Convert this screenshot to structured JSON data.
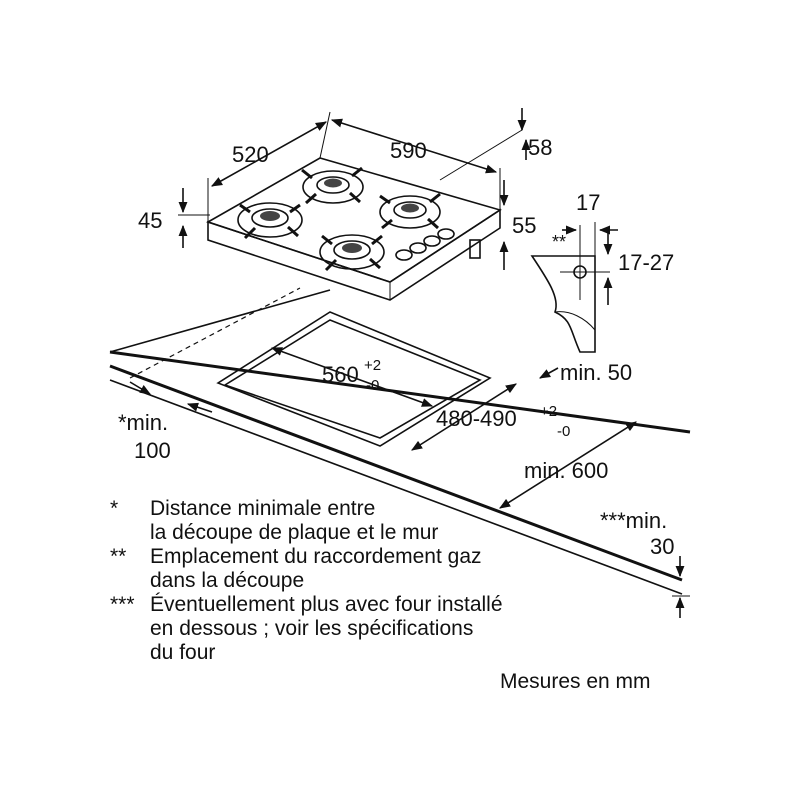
{
  "dimensions": {
    "depth": "520",
    "width": "590",
    "top_offset": "58",
    "height_left": "45",
    "height_right": "55",
    "gas_offset": "17",
    "gas_mark": "**",
    "gas_range": "17-27",
    "cutout_width": "560",
    "cutout_width_tol_up": "+2",
    "cutout_width_tol_down": "-0",
    "cutout_depth": "480-490",
    "cutout_depth_tol_up": "+2",
    "cutout_depth_tol_down": "-0",
    "front_min": "min. 50",
    "wall_min_label": "*min.",
    "wall_min_value": "100",
    "side_min": "min. 600",
    "bottom_min_label": "***min.",
    "bottom_min_value": "30"
  },
  "notes": [
    {
      "mark": "*",
      "line1": "Distance minimale entre",
      "line2": "la découpe de plaque et le mur",
      "line3": ""
    },
    {
      "mark": "**",
      "line1": "Emplacement du raccordement gaz",
      "line2": "dans la découpe",
      "line3": ""
    },
    {
      "mark": "***",
      "line1": "Éventuellement plus avec four installé",
      "line2": "en dessous ; voir les spécifications",
      "line3": "du four"
    }
  ],
  "unit_label": "Mesures en mm"
}
